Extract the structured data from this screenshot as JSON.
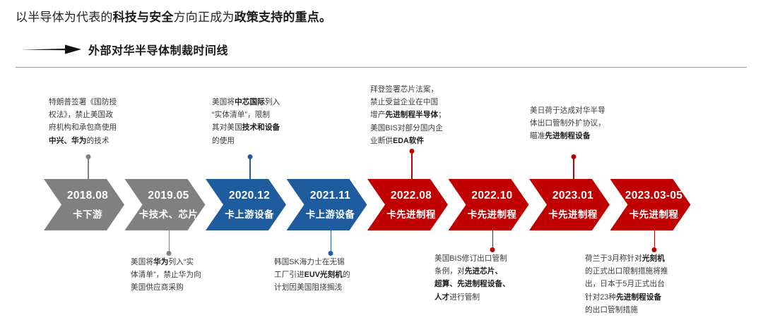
{
  "header": {
    "title_parts": [
      {
        "text": "以半导体为代表的",
        "bold": false
      },
      {
        "text": "科技与安全",
        "bold": true
      },
      {
        "text": "方向正成为",
        "bold": false
      },
      {
        "text": "政策支持的重点。",
        "bold": true
      }
    ],
    "title_plain": "以半导体为代表的科技与安全方向正成为政策支持的重点。",
    "section_label": "外部对华半导体制裁时间线",
    "arrow_icon": "long-right-arrow-icon"
  },
  "colors": {
    "gray": "#808080",
    "blue": "#1F5C9E",
    "red": "#C00000",
    "rule": "#9a9a9a",
    "text": "#3a3a3a"
  },
  "timeline": {
    "milestones": [
      {
        "date": "2018.08",
        "label": "卡下游",
        "color_key": "gray"
      },
      {
        "date": "2019.05",
        "label": "卡技术、芯片",
        "color_key": "gray"
      },
      {
        "date": "2020.12",
        "label": "卡上游设备",
        "color_key": "blue"
      },
      {
        "date": "2021.11",
        "label": "卡上游设备",
        "color_key": "blue"
      },
      {
        "date": "2022.08",
        "label": "卡先进制程",
        "color_key": "red"
      },
      {
        "date": "2022.10",
        "label": "卡先进制程",
        "color_key": "red"
      },
      {
        "date": "2023.01",
        "label": "卡先进制程",
        "color_key": "red"
      },
      {
        "date": "2023.03-05",
        "label": "卡先进制程",
        "color_key": "red"
      }
    ]
  },
  "notes_above": [
    {
      "id": "note-2018-08",
      "color_key": "gray",
      "lines": [
        [
          {
            "t": "特朗普签署《国防授",
            "b": false
          }
        ],
        [
          {
            "t": "权法》，禁止美国政",
            "b": false
          }
        ],
        [
          {
            "t": "府机构和承包商使用",
            "b": false
          }
        ],
        [
          {
            "t": "中兴、华为",
            "b": true
          },
          {
            "t": "的技术",
            "b": false
          }
        ]
      ],
      "plain": "特朗普签署《国防授权法》，禁止美国政府机构和承包商使用中兴、华为的技术"
    },
    {
      "id": "note-2020-12",
      "color_key": "blue",
      "lines": [
        [
          {
            "t": "美国将",
            "b": false
          },
          {
            "t": "中芯国际",
            "b": true
          },
          {
            "t": "列入",
            "b": false
          }
        ],
        [
          {
            "t": "“实体清单”，限制",
            "b": false
          }
        ],
        [
          {
            "t": "其对美国",
            "b": false
          },
          {
            "t": "技术和设备",
            "b": true
          }
        ],
        [
          {
            "t": "的使用",
            "b": false
          }
        ]
      ],
      "plain": "美国将中芯国际列入“实体清单”，限制其对美国技术和设备的使用"
    },
    {
      "id": "note-2022-08",
      "color_key": "red",
      "lines": [
        [
          {
            "t": "拜登签署芯片法案，",
            "b": false
          }
        ],
        [
          {
            "t": "禁止受益企业在中国",
            "b": false
          }
        ],
        [
          {
            "t": "增产",
            "b": false
          },
          {
            "t": "先进制程半导体",
            "b": true
          },
          {
            "t": "；",
            "b": false
          }
        ],
        [
          {
            "t": "美国BIS对部分国内企",
            "b": false
          }
        ],
        [
          {
            "t": "业断供",
            "b": false
          },
          {
            "t": "EDA软件",
            "b": true
          }
        ]
      ],
      "plain": "拜登签署芯片法案，禁止受益企业在中国增产先进制程半导体；美国BIS对部分国内企业断供EDA软件"
    },
    {
      "id": "note-2023-01",
      "color_key": "red",
      "lines": [
        [
          {
            "t": "美日荷于达成对华半导",
            "b": false
          }
        ],
        [
          {
            "t": "体出口管制外扩协议，",
            "b": false
          }
        ],
        [
          {
            "t": "瞄准",
            "b": false
          },
          {
            "t": "先进制程设备",
            "b": true
          }
        ]
      ],
      "plain": "美日荷于达成对华半导体出口管制外扩协议，瞄准先进制程设备"
    }
  ],
  "notes_below": [
    {
      "id": "note-2019-05",
      "color_key": "gray",
      "lines": [
        [
          {
            "t": "美国将",
            "b": false
          },
          {
            "t": "华为",
            "b": true
          },
          {
            "t": "列入“实",
            "b": false
          }
        ],
        [
          {
            "t": "体清单”，禁止华为向",
            "b": false
          }
        ],
        [
          {
            "t": "美国供应商采购",
            "b": false
          }
        ]
      ],
      "plain": "美国将华为列入“实体清单”，禁止华为向美国供应商采购"
    },
    {
      "id": "note-2021-11",
      "color_key": "blue",
      "lines": [
        [
          {
            "t": "韩国SK海力士在无锡",
            "b": false
          }
        ],
        [
          {
            "t": "工厂引进",
            "b": false
          },
          {
            "t": "EUV光刻机",
            "b": true
          },
          {
            "t": "的",
            "b": false
          }
        ],
        [
          {
            "t": "计划因美国阻挠搁浅",
            "b": false
          }
        ]
      ],
      "plain": "韩国SK海力士在无锡工厂引进EUV光刻机的计划因美国阻挠搁浅"
    },
    {
      "id": "note-2022-10",
      "color_key": "red",
      "lines": [
        [
          {
            "t": "美国BIS修订出口管制",
            "b": false
          }
        ],
        [
          {
            "t": "条例，对",
            "b": false
          },
          {
            "t": "先进芯片、",
            "b": true
          }
        ],
        [
          {
            "t": "超算、先进制程设备、",
            "b": true
          }
        ],
        [
          {
            "t": "人才",
            "b": true
          },
          {
            "t": "进行管制",
            "b": false
          }
        ]
      ],
      "plain": "美国BIS修订出口管制条例，对先进芯片、超算、先进制程设备、人才进行管制"
    },
    {
      "id": "note-2023-03",
      "color_key": "red",
      "lines": [
        [
          {
            "t": "荷兰于3月称针对",
            "b": false
          },
          {
            "t": "光刻机",
            "b": true
          }
        ],
        [
          {
            "t": "的正式出口限制措施将推",
            "b": false
          }
        ],
        [
          {
            "t": "出，日本于5月正式出台",
            "b": false
          }
        ],
        [
          {
            "t": "针对23种",
            "b": false
          },
          {
            "t": "先进制程设备",
            "b": true
          }
        ],
        [
          {
            "t": "的出口管制措施",
            "b": false
          }
        ]
      ],
      "plain": "荷兰于3月称针对光刻机的正式出口限制措施将推出，日本于5月正式出台针对23种先进制程设备的出口管制措施"
    }
  ]
}
